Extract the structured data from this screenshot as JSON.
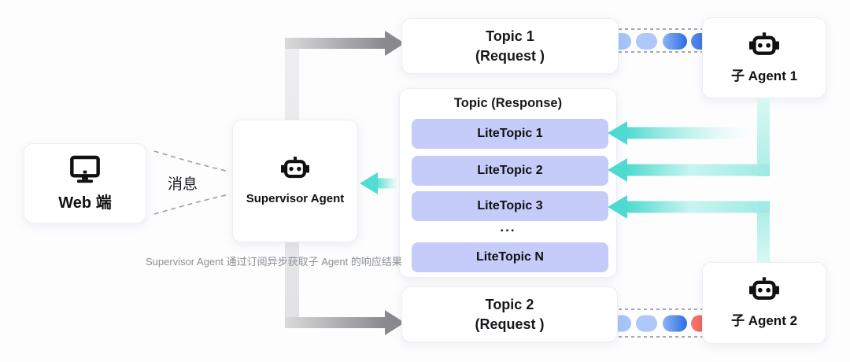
{
  "diagram": {
    "web": {
      "label": "Web 端",
      "icon": "monitor-icon"
    },
    "supervisor": {
      "label": "Supervisor Agent",
      "icon": "robot-icon"
    },
    "agent1": {
      "label": "子 Agent 1",
      "icon": "robot-icon"
    },
    "agent2": {
      "label": "子 Agent 2",
      "icon": "robot-icon"
    },
    "topic1": {
      "title": "Topic 1",
      "subtitle": "(Request )"
    },
    "topic2": {
      "title": "Topic 2",
      "subtitle": "(Request )"
    },
    "response": {
      "title": "Topic (Response)",
      "items": [
        "LiteTopic 1",
        "LiteTopic 2",
        "LiteTopic 3",
        "LiteTopic N"
      ],
      "ellipsis": "..."
    },
    "message_label": "消息",
    "caption": "Supervisor Agent 通过订阅异步获取子 Agent 的响应结果"
  },
  "colors": {
    "teal": "#4edad0",
    "lavender": "#c6ccf9",
    "blue_light": "#a9c8f7",
    "blue_dark": "#2d6de6",
    "red": "#f4605c",
    "gray_arrow": "#8a8a8e"
  }
}
